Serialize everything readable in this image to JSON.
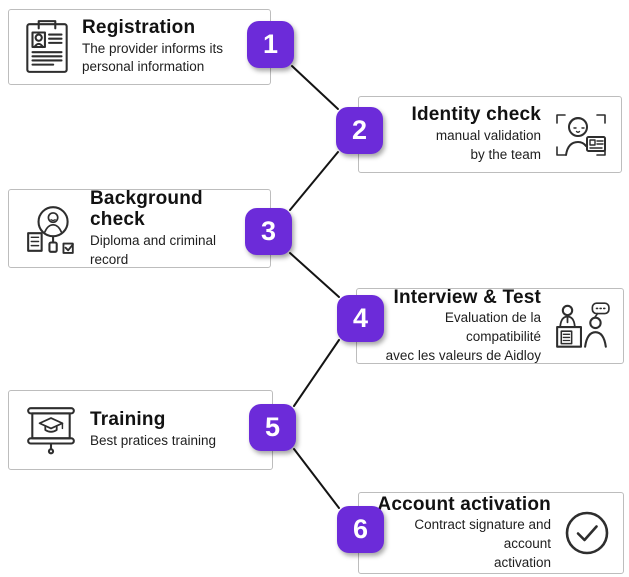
{
  "colors": {
    "accent": "#6C2BD9",
    "card_border": "#bdbdbd",
    "connector": "#141414",
    "badge_text": "#ffffff",
    "title_text": "#121212",
    "subtitle_text": "#1e1e1e"
  },
  "steps": [
    {
      "number": "1",
      "title": "Registration",
      "subtitle_lines": [
        "The provider informs its",
        "personal information"
      ],
      "side": "left",
      "icon": "registration-document-icon"
    },
    {
      "number": "2",
      "title": "Identity check",
      "subtitle_lines": [
        "manual validation",
        "by the team"
      ],
      "side": "right",
      "icon": "identity-scan-icon"
    },
    {
      "number": "3",
      "title": "Background check",
      "subtitle_lines": [
        "Diploma and criminal",
        "record"
      ],
      "side": "left",
      "icon": "background-check-magnifier-icon"
    },
    {
      "number": "4",
      "title": "Interview & Test",
      "subtitle_lines": [
        "Evaluation de la compatibilité",
        "avec les valeurs de Aidloy"
      ],
      "side": "right",
      "icon": "interview-people-icon"
    },
    {
      "number": "5",
      "title": "Training",
      "subtitle_lines": [
        "Best pratices training"
      ],
      "side": "left",
      "icon": "training-board-icon"
    },
    {
      "number": "6",
      "title": "Account activation",
      "subtitle_lines": [
        "Contract signature and account",
        "activation"
      ],
      "side": "right",
      "icon": "check-circle-icon"
    }
  ]
}
